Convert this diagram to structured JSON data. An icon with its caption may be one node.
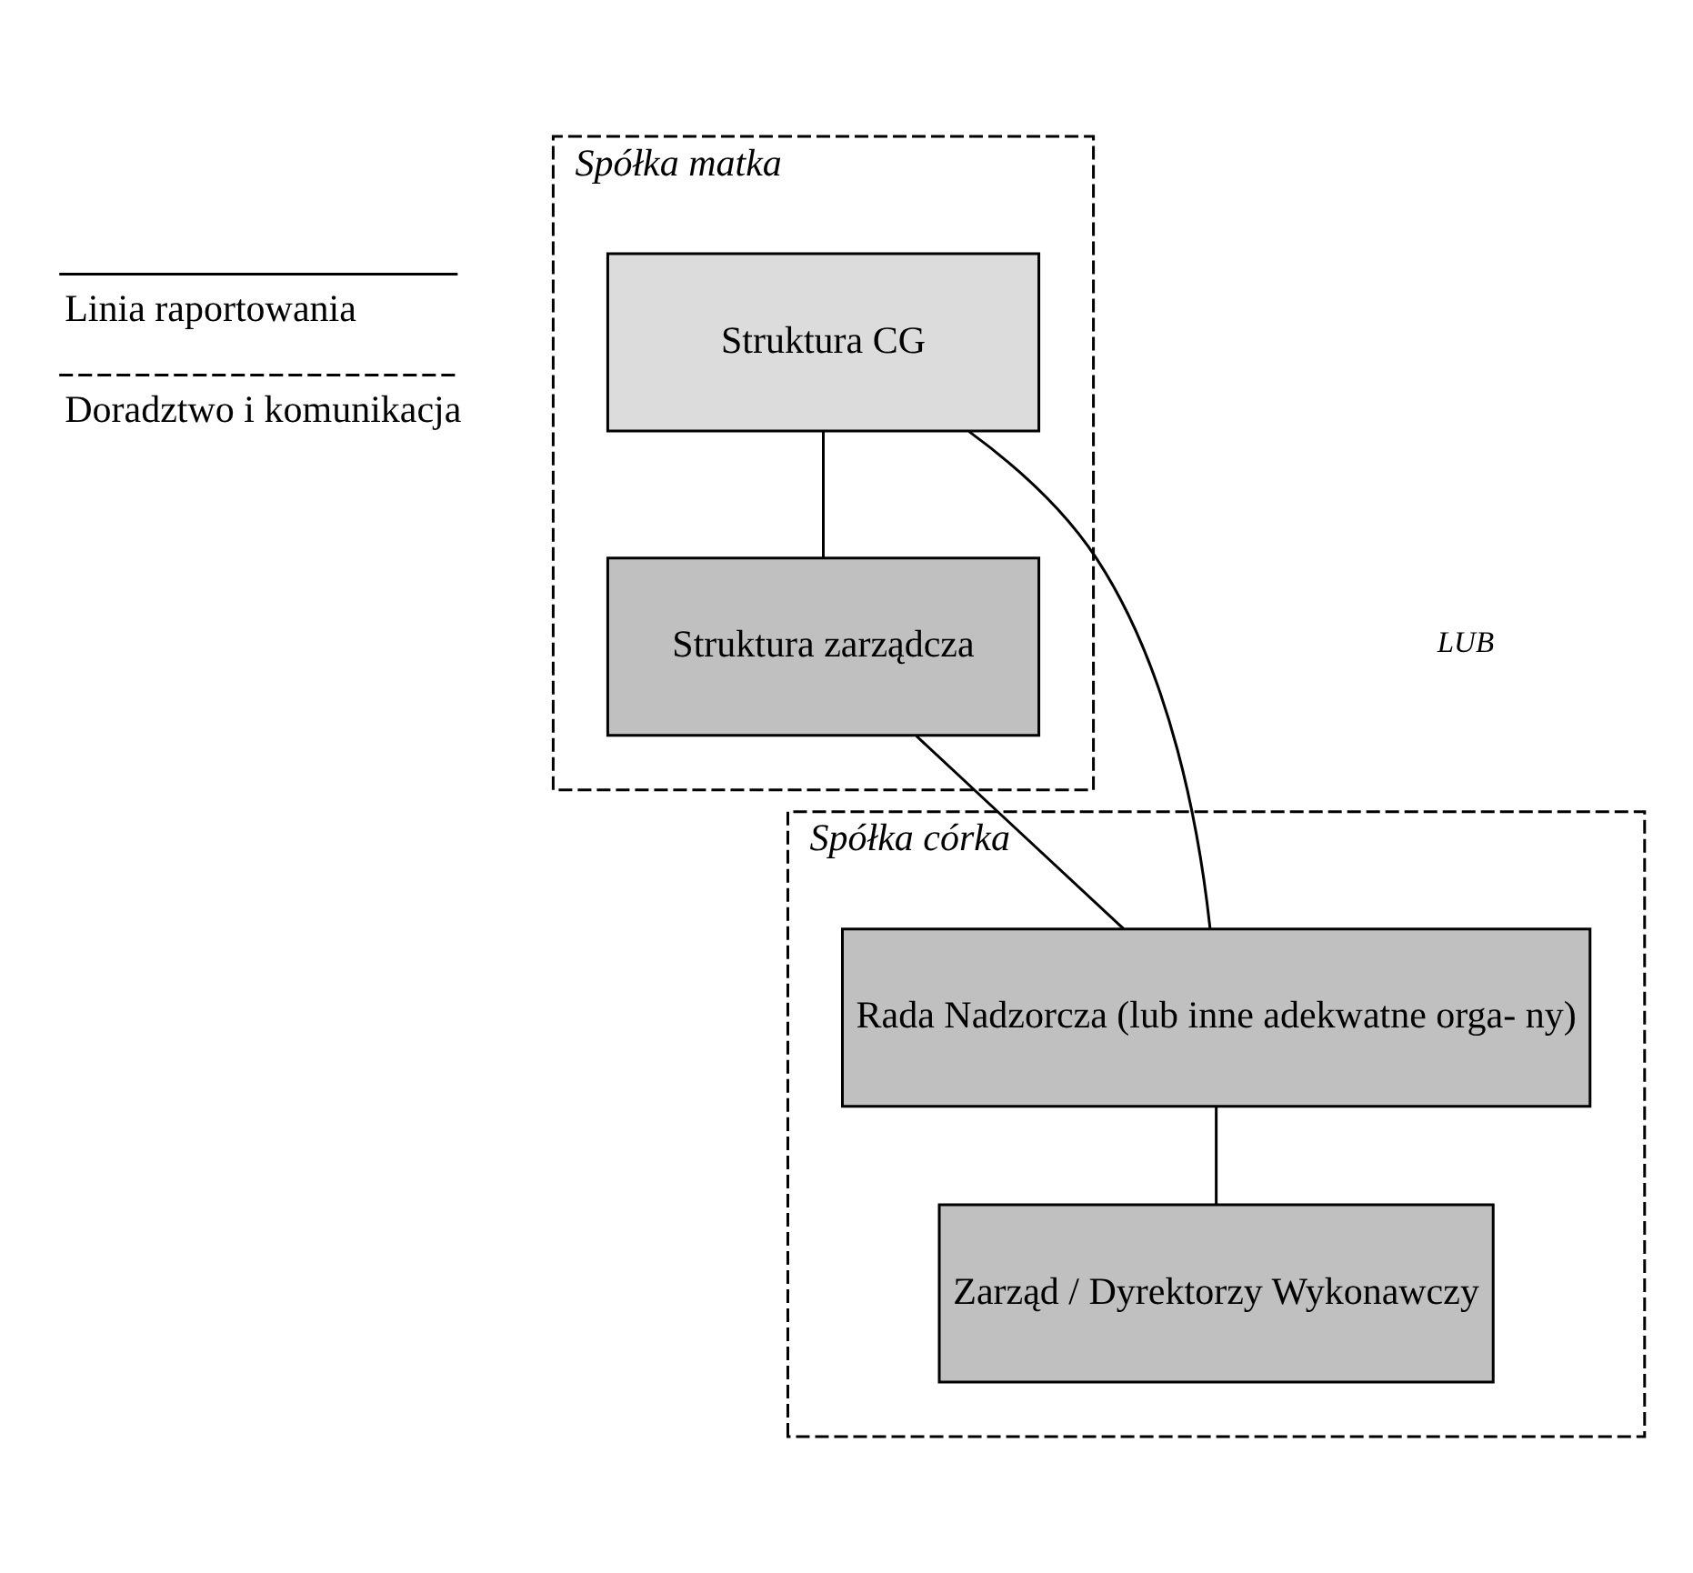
{
  "diagram": {
    "nodes": [
      {
        "text": [
          "Spółka matka"
        ]
      },
      {
        "text": [
          "Struktura CG"
        ],
        "in": 0
      },
      {
        "text": [
          "Struktura zarządcza"
        ],
        "in": 0
      },
      {
        "text": [
          "Spółka córka"
        ]
      },
      {
        "text": [
          "Rada Nadzorcza (lub inne adekwatne orga- ny)"
        ],
        "in": 3
      },
      {
        "text": [
          "Zarząd / Dyrektorzy Wykonawczy"
        ],
        "in": 3
      }
    ],
    "edges": [
      {
        "from": 1,
        "to": 2,
        "arrow": "none"
      },
      {
        "from": 1,
        "to": 4,
        "arrow": "none"
      },
      {
        "from": 2,
        "to": 4,
        "arrow": "none"
      },
      {
        "from": 4,
        "to": 5,
        "arrow": "none"
      }
    ],
    "labels": [
      "LUB"
    ],
    "legend": [
      {
        "text": "Linia raportowania"
      },
      {
        "text": "Doradztwo i komunikacja"
      }
    ]
  }
}
